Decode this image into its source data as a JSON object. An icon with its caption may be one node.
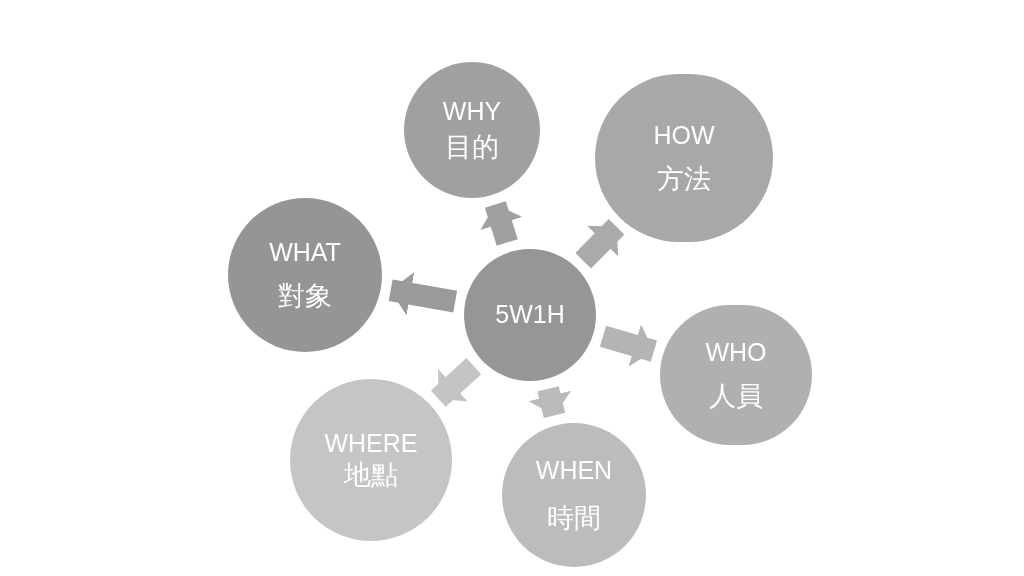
{
  "diagram": {
    "nodes": [
      {
        "text": [
          "WHY",
          "目的"
        ]
      },
      {
        "text": [
          "HOW",
          "方法"
        ]
      },
      {
        "text": [
          "WHAT",
          "對象"
        ]
      },
      {
        "text": [
          "5W1H"
        ]
      },
      {
        "text": [
          "WHO",
          "人員"
        ]
      },
      {
        "text": [
          "WHERE",
          "地點"
        ]
      },
      {
        "text": [
          "WHEN",
          "時間"
        ]
      }
    ],
    "edges": [
      {
        "from": 3,
        "to": 0,
        "arrow": "to",
        "color": "#a0a0a0"
      },
      {
        "from": 3,
        "to": 1,
        "arrow": "to",
        "color": "#aaaaaa"
      },
      {
        "from": 3,
        "to": 2,
        "arrow": "to",
        "color": "#9a9a9a"
      },
      {
        "from": 3,
        "to": 4,
        "arrow": "to",
        "color": "#b4b4b4"
      },
      {
        "from": 3,
        "to": 6,
        "arrow": "to",
        "color": "#bababa"
      },
      {
        "from": 3,
        "to": 5,
        "arrow": "to",
        "color": "#c4c4c4"
      }
    ]
  }
}
